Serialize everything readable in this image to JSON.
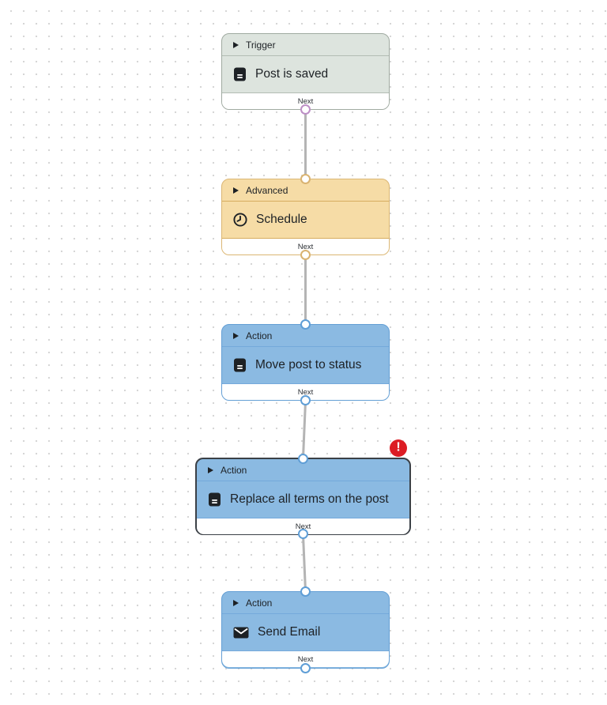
{
  "canvas": {
    "background_color": "#ffffff",
    "dot_color": "#d6d6d6",
    "connector_line_color": "#b4b4b4"
  },
  "nodes": [
    {
      "category": "Trigger",
      "title": "Post is saved",
      "footer_label": "Next",
      "icon": "document-icon",
      "colors": {
        "fill": "#dde4de",
        "border": "#a0aaa1",
        "separator": "#b3bcb4",
        "port": "#bd8fc6"
      }
    },
    {
      "category": "Advanced",
      "title": "Schedule",
      "footer_label": "Next",
      "icon": "clock-icon",
      "colors": {
        "fill": "#f6dca6",
        "border": "#dbb673",
        "separator": "#d6ac5f",
        "port": "#d9b372"
      }
    },
    {
      "category": "Action",
      "title": "Move post to status",
      "footer_label": "Next",
      "icon": "document-icon",
      "colors": {
        "fill": "#8bbae2",
        "border": "#649fd5",
        "separator": "#74a9db",
        "port": "#5f9ed6"
      }
    },
    {
      "category": "Action",
      "title": "Replace all terms on the post",
      "footer_label": "Next",
      "icon": "document-icon",
      "selected": true,
      "error_badge": {
        "glyph": "!",
        "color": "#dc1c24"
      },
      "colors": {
        "fill": "#8bbae2",
        "border": "#3b4046",
        "separator": "#74a9db",
        "port": "#5f9ed6"
      }
    },
    {
      "category": "Action",
      "title": "Send Email",
      "footer_label": "Next",
      "icon": "envelope-icon",
      "colors": {
        "fill": "#8bbae2",
        "border": "#649fd5",
        "separator": "#74a9db",
        "port": "#5f9ed6"
      }
    }
  ]
}
